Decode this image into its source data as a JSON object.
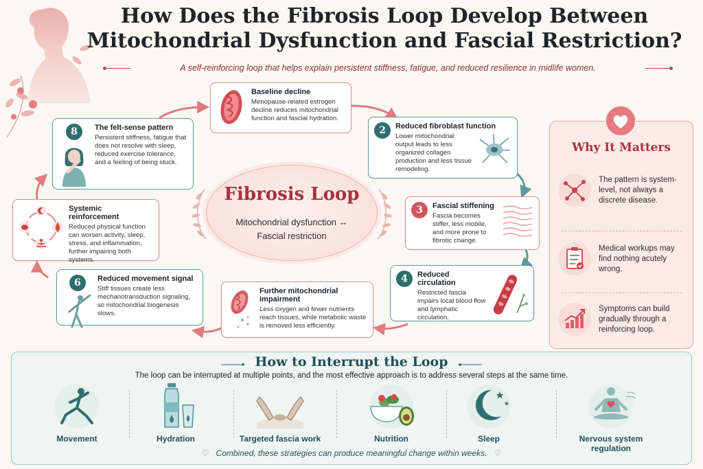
{
  "header": {
    "title_line1": "How Does the Fibrosis Loop Develop Between",
    "title_line2": "Mitochondrial Dysfunction and Fascial Restriction?",
    "subtitle": "A self-reinforcing loop that helps explain persistent stiffness, fatigue, and reduced resilience in midlife women."
  },
  "center": {
    "title": "Fibrosis Loop",
    "sub_line1": "Mitochondrial dysfunction ↔",
    "sub_line2": "Fascial restriction"
  },
  "steps": {
    "baseline": {
      "title": "Baseline decline",
      "body": "Menopause-related estrogen decline reduces mitochondrial function and fascial hydration."
    },
    "s2": {
      "number": "2",
      "title": "Reduced fibroblast function",
      "body": "Lower mitochondrial output leads to less organized collagen production and less tissue remodeling."
    },
    "s3": {
      "number": "3",
      "title": "Fascial stiffening",
      "body": "Fascia becomes stiffer, less mobile, and more prone to fibrotic change."
    },
    "s4": {
      "number": "4",
      "title": "Reduced circulation",
      "body": "Restricted fascia impairs local blood flow and lymphatic circulation."
    },
    "s5": {
      "title": "Further mitochondrial impairment",
      "body": "Less oxygen and fewer nutrients reach tissues, while metabolic waste is removed less efficiently."
    },
    "s6": {
      "number": "6",
      "title": "Reduced movement signal",
      "body": "Stiff tissues create less mechanotransduction signaling, so mitochondrial biogenesis slows."
    },
    "s7": {
      "title": "Systemic reinforcement",
      "body": "Reduced physical function can worsen activity, sleep, stress, and inflammation, further impairing both systems."
    },
    "s8": {
      "number": "8",
      "title": "The felt-sense pattern",
      "body": "Persistent stiffness, fatigue that does not resolve with sleep, reduced exercise tolerance, and a feeling of being stuck."
    }
  },
  "why": {
    "title": "Why It Matters",
    "items": [
      {
        "text": "The pattern is system-level, not always a discrete disease.",
        "icon": "network-icon"
      },
      {
        "text": "Medical workups may find nothing acutely wrong.",
        "icon": "clipboard-icon"
      },
      {
        "text": "Symptoms can build gradually through a reinforcing loop.",
        "icon": "trend-up-icon"
      }
    ]
  },
  "interrupt": {
    "title": "How to Interrupt the Loop",
    "subtitle": "The loop can be interrupted at multiple points, and the most effective approach is to address several steps at the same time.",
    "strategies": [
      {
        "label": "Movement",
        "icon": "lunge-icon"
      },
      {
        "label": "Hydration",
        "icon": "water-bottle-icon"
      },
      {
        "label": "Targeted fascia work",
        "icon": "massage-hands-icon"
      },
      {
        "label": "Nutrition",
        "icon": "salad-bowl-icon"
      },
      {
        "label": "Sleep",
        "icon": "moon-stars-icon"
      },
      {
        "label": "Nervous system regulation",
        "icon": "meditation-icon"
      }
    ],
    "footer": "Combined, these strategies can produce meaningful change within weeks."
  },
  "colors": {
    "rose": "#d2555d",
    "teal": "#2f6e70",
    "title_red": "#a8323d",
    "panel_teal": "#eef5f3",
    "panel_rose": "#fbebe6"
  }
}
